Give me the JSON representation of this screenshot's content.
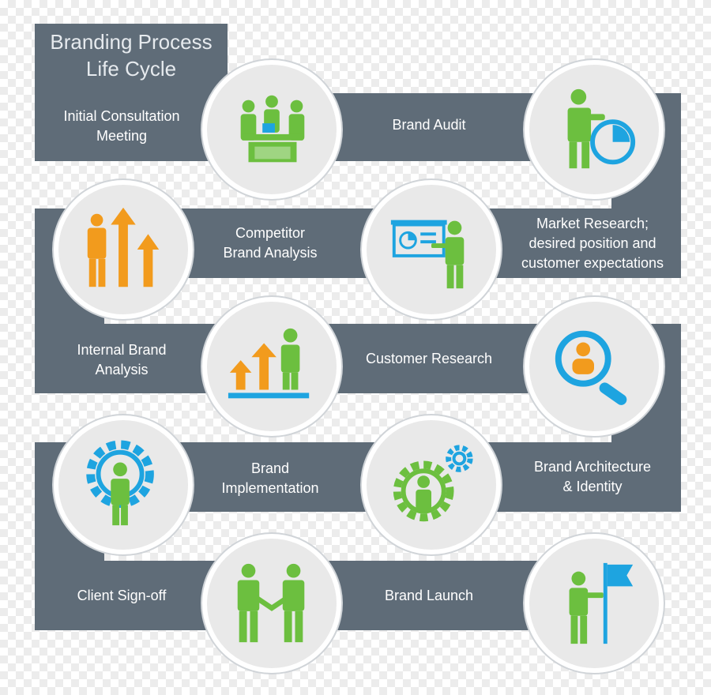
{
  "title": "Branding Process\nLife Cycle",
  "steps": [
    {
      "label": "Initial Consultation\nMeeting",
      "icon": "meeting-icon"
    },
    {
      "label": "Brand Audit",
      "icon": "pie-chart-person-icon"
    },
    {
      "label": "Market Research;\ndesired position and\ncustomer expectations",
      "icon": "presentation-icon"
    },
    {
      "label": "Competitor\nBrand Analysis",
      "icon": "growth-arrows-person-icon"
    },
    {
      "label": "Internal Brand\nAnalysis",
      "icon": "bar-chart-person-icon"
    },
    {
      "label": "Customer Research",
      "icon": "magnifier-person-icon"
    },
    {
      "label": "Brand Architecture\n& Identity",
      "icon": "gears-person-icon"
    },
    {
      "label": "Brand\nImplementation",
      "icon": "gear-person-icon"
    },
    {
      "label": "Client Sign-off",
      "icon": "handshake-icon"
    },
    {
      "label": "Brand Launch",
      "icon": "flag-person-icon"
    }
  ],
  "colors": {
    "band": "#5f6c78",
    "green": "#6cbf3f",
    "blue": "#1ea4e0",
    "orange": "#f29b1d"
  }
}
